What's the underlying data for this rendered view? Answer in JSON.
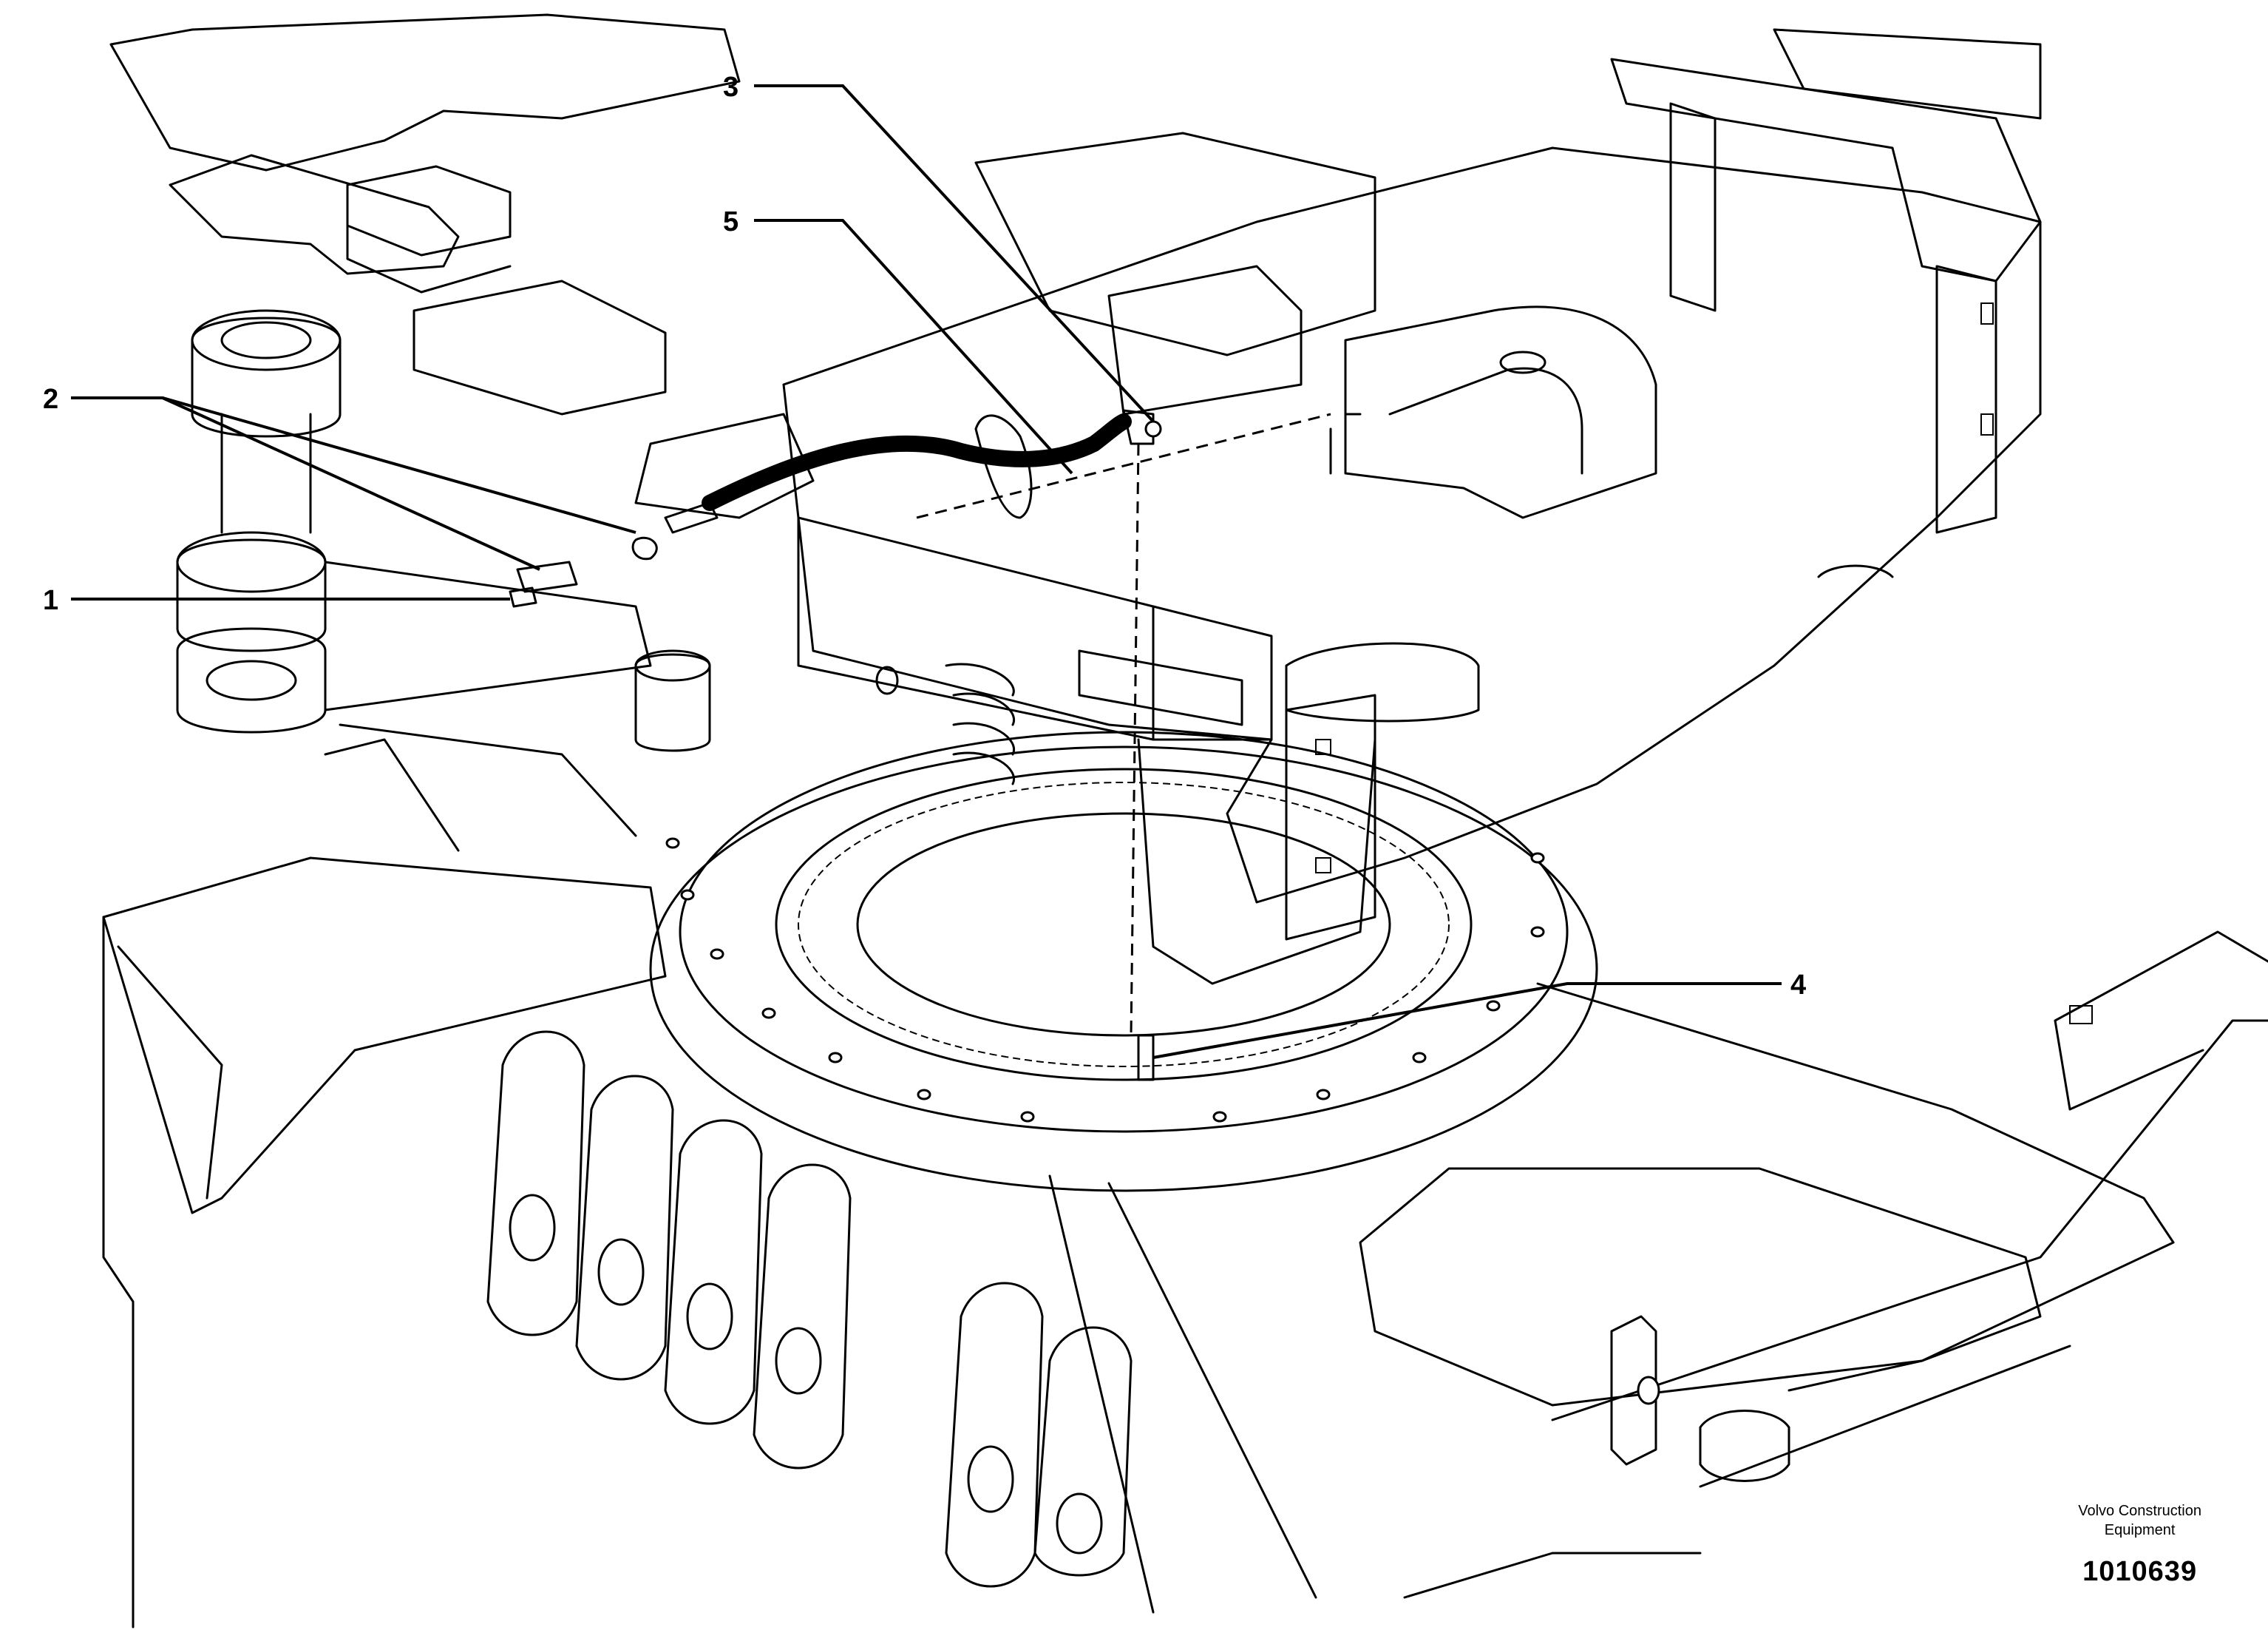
{
  "callouts": [
    {
      "id": "1",
      "label": "1"
    },
    {
      "id": "2",
      "label": "2"
    },
    {
      "id": "3",
      "label": "3"
    },
    {
      "id": "4",
      "label": "4"
    },
    {
      "id": "5",
      "label": "5"
    }
  ],
  "footer": {
    "manufacturer_line1": "Volvo Construction",
    "manufacturer_line2": "Equipment",
    "figure_number": "1010639"
  }
}
